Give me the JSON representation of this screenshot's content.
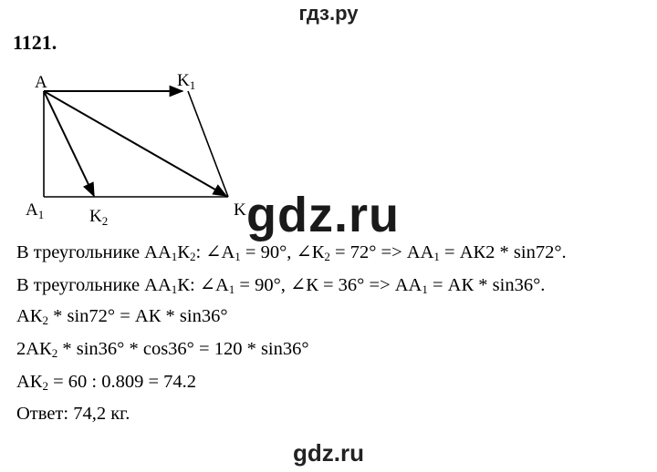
{
  "site": {
    "top_title": "гдз.ру",
    "bottom_title": "gdz.ru",
    "watermark": "gdz.ru"
  },
  "problem_number": "1121.",
  "figure": {
    "labels": {
      "A": "A",
      "K1": "K",
      "K1_sub": "1",
      "A1": "A",
      "A1_sub": "1",
      "K2": "K",
      "K2_sub": "2",
      "K": "K"
    }
  },
  "lines": {
    "l1": {
      "p1": "В треугольнике АА",
      "s1": "1",
      "p2": "К",
      "s2": "2",
      "p3": ": ∠А",
      "s3": "1",
      "p4": " = 90°, ∠К",
      "s4": "2",
      "p5": " = 72° => АА",
      "s5": "1",
      "p6": " = АК2 * sin72°."
    },
    "l2": {
      "p1": "В треугольнике АА",
      "s1": "1",
      "p2": "К: ∠А",
      "s2": "1",
      "p3": " = 90°, ∠К = 36° => АА",
      "s3": "1",
      "p4": " = АК * sin36°."
    },
    "l3": {
      "p1": "АК",
      "s1": "2",
      "p2": " * sin72° = АК * sin36°"
    },
    "l4": {
      "p1": "2АК",
      "s1": "2",
      "p2": " * sin36° * cos36° = 120 * sin36°"
    },
    "l5": {
      "p1": "АК",
      "s1": "2",
      "p2": " = 60 : 0.809 = 74.2"
    },
    "l6": {
      "p1": "Ответ: 74,2 кг."
    }
  }
}
